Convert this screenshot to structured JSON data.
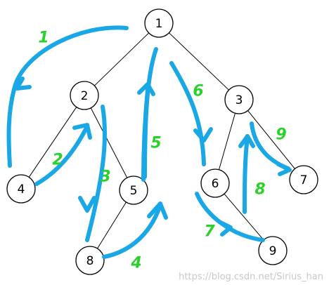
{
  "diagram": {
    "nodes": [
      {
        "id": "n1",
        "label": "1"
      },
      {
        "id": "n2",
        "label": "2"
      },
      {
        "id": "n3",
        "label": "3"
      },
      {
        "id": "n4",
        "label": "4"
      },
      {
        "id": "n5",
        "label": "5"
      },
      {
        "id": "n6",
        "label": "6"
      },
      {
        "id": "n7",
        "label": "7"
      },
      {
        "id": "n8",
        "label": "8"
      },
      {
        "id": "n9",
        "label": "9"
      }
    ],
    "edges": [
      [
        "n1",
        "n2"
      ],
      [
        "n1",
        "n3"
      ],
      [
        "n2",
        "n4"
      ],
      [
        "n2",
        "n5"
      ],
      [
        "n5",
        "n8"
      ],
      [
        "n3",
        "n6"
      ],
      [
        "n3",
        "n7"
      ],
      [
        "n6",
        "n9"
      ]
    ],
    "steps": [
      "1",
      "2",
      "3",
      "4",
      "5",
      "6",
      "7",
      "8",
      "9"
    ]
  },
  "colors": {
    "arrow": "#1aa7e6",
    "step_number": "#2bd12b",
    "watermark": "#c8c8c8"
  },
  "watermark": "https://blog.csdn.net/Sirius_han"
}
